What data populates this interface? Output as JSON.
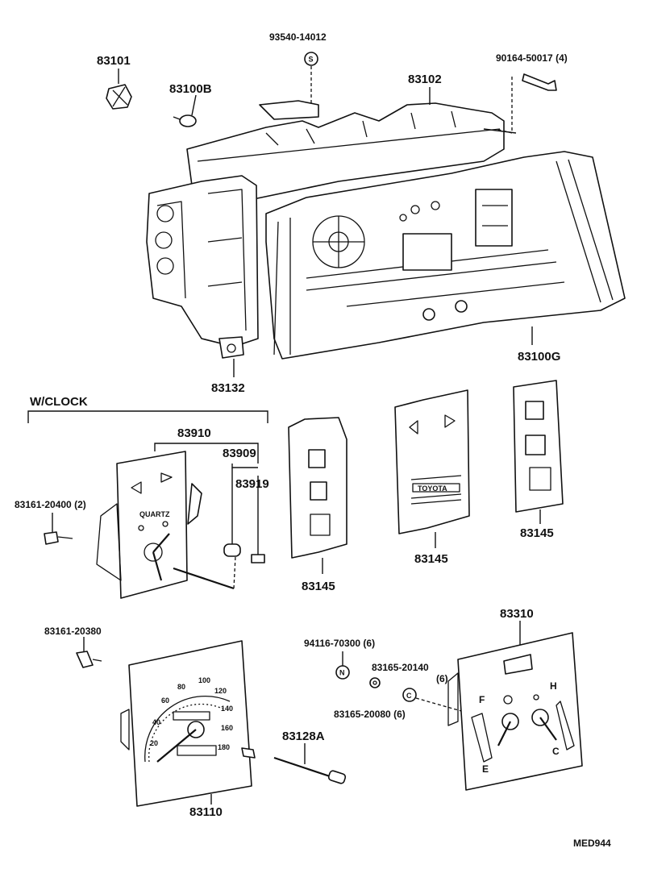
{
  "diagram": {
    "labels": {
      "p83101": "83101",
      "p83100B": "83100B",
      "p93540": "93540-14012",
      "p83102": "83102",
      "p90164": "90164-50017 (4)",
      "p83132": "83132",
      "p83100G": "83100G",
      "wclock": "W/CLOCK",
      "p83910": "83910",
      "p83909": "83909",
      "p83919": "83919",
      "p83161a": "83161-20400 (2)",
      "p83145a": "83145",
      "p83145b": "83145",
      "p83145c": "83145",
      "p83161b": "83161-20380",
      "p94116": "94116-70300 (6)",
      "p83165a": "83165-20140",
      "p83165a_qty": "(6)",
      "p83165b": "83165-20080 (6)",
      "p83310": "83310",
      "p83128A": "83128A",
      "p83110": "83110",
      "code": "MED944"
    },
    "marks": {
      "fastener_s": "S",
      "fastener_n": "N",
      "fastener_c": "C",
      "quartz": "QUARTZ",
      "toyota": "TOYOTA",
      "gauge_f": "F",
      "gauge_e": "E",
      "gauge_h": "H",
      "gauge_c": "C",
      "speed_ticks": [
        "20",
        "40",
        "60",
        "80",
        "100",
        "120",
        "140",
        "160",
        "180"
      ]
    }
  }
}
